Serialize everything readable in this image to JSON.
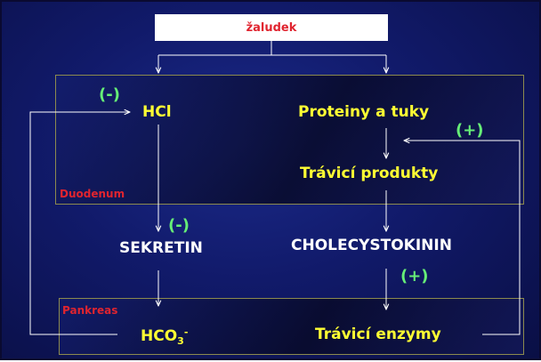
{
  "nodes": {
    "zaludek": "žaludek",
    "hcl": "HCl",
    "proteiny": "Proteiny a tuky",
    "travici_produkty": "Trávicí produkty",
    "sekretin": "SEKRETIN",
    "cholecystokinin": "CHOLECYSTOKININ",
    "hco3_base": "HCO",
    "hco3_sub": "3",
    "hco3_sup": "-",
    "travici_enzymy": "Trávicí enzymy"
  },
  "regions": {
    "duodenum": "Duodenum",
    "pankreas": "Pankreas"
  },
  "signs": {
    "hcl_minus": "(-)",
    "proteiny_plus": "(+)",
    "sekretin_minus": "(-)",
    "cck_plus": "(+)"
  },
  "colors": {
    "primary_text": "#ffff33",
    "hormone_text": "#ffffff",
    "regulation_sign": "#66ee77",
    "region_label": "#e0242f"
  }
}
